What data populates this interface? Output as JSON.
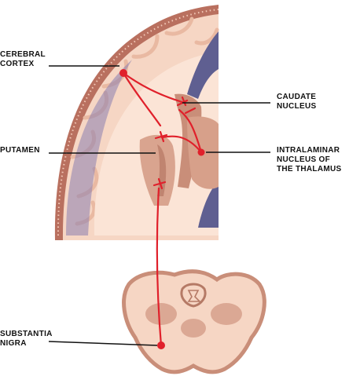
{
  "labels": {
    "cerebral_cortex": [
      "CEREBRAL",
      "CORTEX"
    ],
    "caudate_nucleus": [
      "CAUDATE",
      "NUCLEUS"
    ],
    "putamen": [
      "PUTAMEN"
    ],
    "intralaminar_nucleus": [
      "INTRALAMINAR",
      "NUCLEUS OF",
      "THE THALAMUS"
    ],
    "substantia_nigra": [
      "SUBSTANTIA",
      "NIGRA"
    ]
  },
  "colors": {
    "tissue": "#f6d6c4",
    "tissue_shadow": "#dba894",
    "deep_structure": "#c98e79",
    "ventricle": "#5f5f91",
    "ventricle_light": "#a8a8c8",
    "skull_ring": "#c77a68",
    "pathway": "#e0202b",
    "leader_line": "#111111"
  }
}
